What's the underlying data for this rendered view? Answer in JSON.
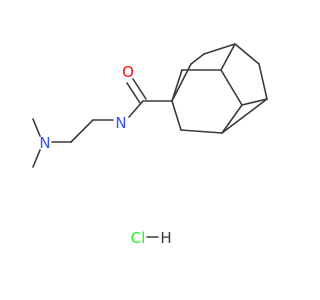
{
  "molecule": {
    "atoms": {
      "oxygen": {
        "symbol": "O",
        "color": "#ff0d0d"
      },
      "amide_nitrogen": {
        "symbol": "N",
        "color": "#3050f8"
      },
      "amine_nitrogen": {
        "symbol": "N",
        "color": "#3050f8"
      }
    },
    "salt": {
      "chlorine": {
        "symbol": "Cl",
        "color": "#1ff01f"
      },
      "hydrogen": {
        "symbol": "H",
        "color": "#3a3a3a"
      }
    },
    "bond_color": "#3a3a3a"
  }
}
